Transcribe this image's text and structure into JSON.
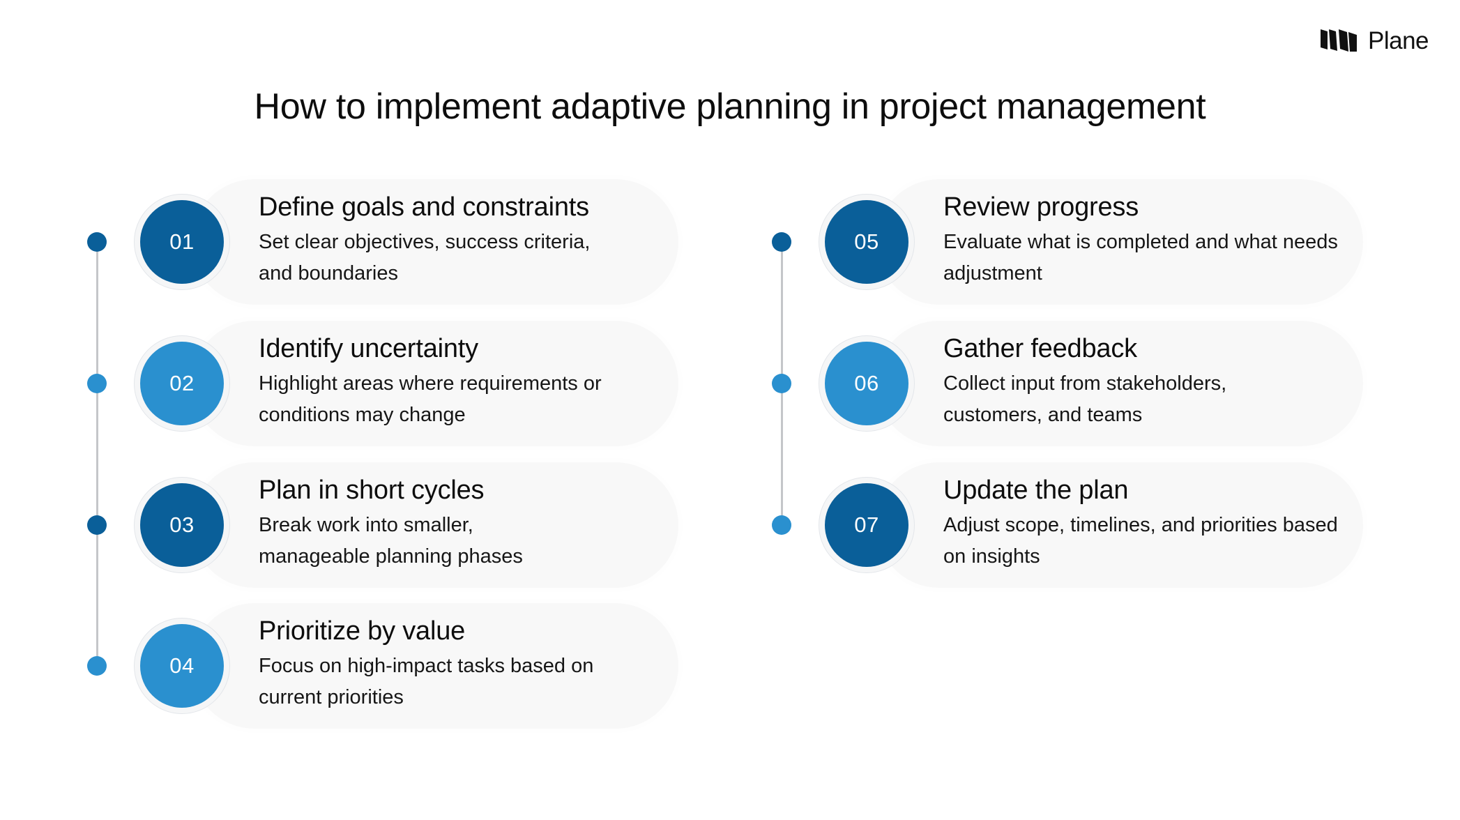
{
  "brand": {
    "logo_icon": "plane-logo-icon",
    "name": "Plane"
  },
  "title": "How to implement adaptive planning in project management",
  "colors": {
    "dark_blue": "#0a5f99",
    "light_blue": "#2a90cf",
    "line": "#c4c6c9",
    "card": "#f8f8f8"
  },
  "columns": [
    {
      "steps": [
        {
          "number": "01",
          "heading": "Define goals and constraints",
          "body": "Set clear objectives, success criteria, and boundaries",
          "circle_color": "dark",
          "dot_color": "dark"
        },
        {
          "number": "02",
          "heading": "Identify uncertainty",
          "body": "Highlight areas where requirements or conditions may change",
          "circle_color": "light",
          "dot_color": "light"
        },
        {
          "number": "03",
          "heading": "Plan in short cycles",
          "body": "Break work into smaller, manageable planning phases",
          "circle_color": "dark",
          "dot_color": "dark"
        },
        {
          "number": "04",
          "heading": "Prioritize by value",
          "body": "Focus on high-impact tasks based on current priorities",
          "circle_color": "light",
          "dot_color": "light"
        }
      ]
    },
    {
      "steps": [
        {
          "number": "05",
          "heading": "Review progress",
          "body": "Evaluate what is completed and what needs adjustment",
          "circle_color": "dark",
          "dot_color": "dark"
        },
        {
          "number": "06",
          "heading": "Gather feedback",
          "body": "Collect input from stakeholders, customers, and teams",
          "circle_color": "light",
          "dot_color": "light"
        },
        {
          "number": "07",
          "heading": "Update the plan",
          "body": "Adjust scope, timelines, and priorities based on insights",
          "circle_color": "dark",
          "dot_color": "light"
        }
      ]
    }
  ]
}
